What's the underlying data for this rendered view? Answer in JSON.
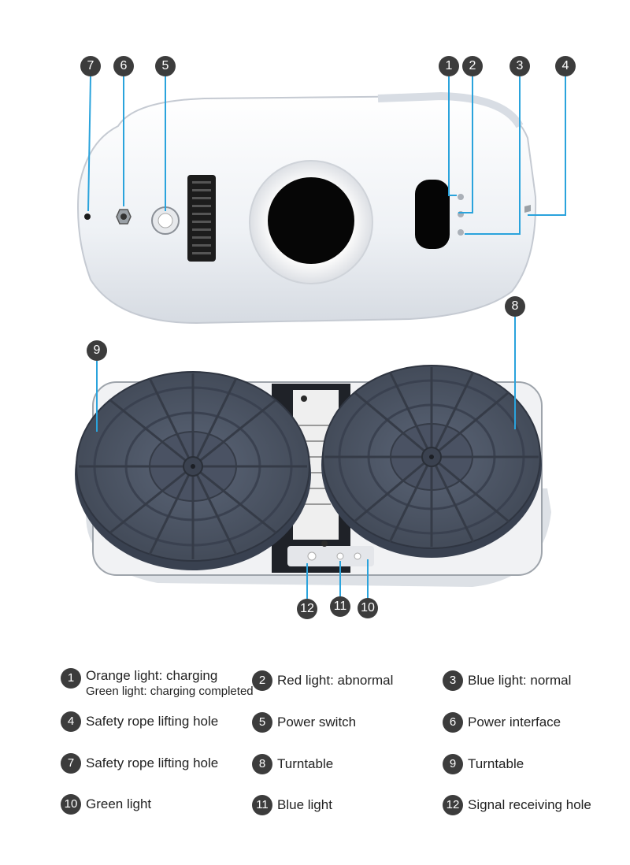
{
  "callouts": [
    "1",
    "2",
    "3",
    "4",
    "5",
    "6",
    "7",
    "8",
    "9",
    "10",
    "11",
    "12"
  ],
  "legend": [
    {
      "num": "1",
      "lines": [
        "Orange light: charging",
        "Green light: charging completed"
      ]
    },
    {
      "num": "2",
      "lines": [
        "Red light: abnormal"
      ]
    },
    {
      "num": "3",
      "lines": [
        "Blue light: normal"
      ]
    },
    {
      "num": "4",
      "lines": [
        "Safety rope lifting hole"
      ]
    },
    {
      "num": "5",
      "lines": [
        "Power switch"
      ]
    },
    {
      "num": "6",
      "lines": [
        "Power interface"
      ]
    },
    {
      "num": "7",
      "lines": [
        "Safety rope lifting hole"
      ]
    },
    {
      "num": "8",
      "lines": [
        "Turntable"
      ]
    },
    {
      "num": "9",
      "lines": [
        "Turntable"
      ]
    },
    {
      "num": "10",
      "lines": [
        "Green light"
      ]
    },
    {
      "num": "11",
      "lines": [
        "Blue light"
      ]
    },
    {
      "num": "12",
      "lines": [
        "Signal receiving hole"
      ]
    }
  ],
  "colors": {
    "leader": "#2aa3dc",
    "badge": "#3c3c3c",
    "pad": "#4f5868",
    "body": "#f2f4f7"
  }
}
